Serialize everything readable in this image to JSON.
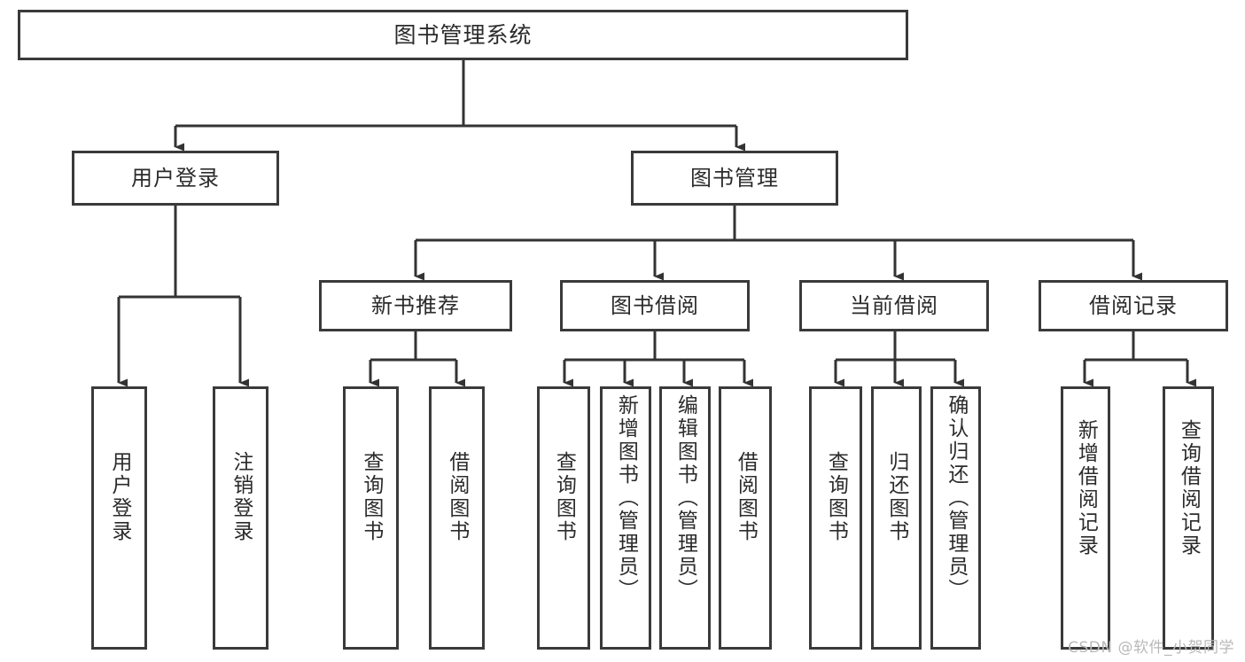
{
  "diagram": {
    "title": "图书管理系统",
    "type": "tree-hierarchy",
    "watermark": "CSDN @软件_小贺同学",
    "colors": {
      "border": "#3a3a3a",
      "text": "#2b2b2b",
      "background": "#ffffff",
      "edge": "#333333",
      "watermark": "#b9b9b9"
    },
    "nodes": {
      "root": {
        "label": "图书管理系统"
      },
      "level2": [
        {
          "label": "用户登录"
        },
        {
          "label": "图书管理"
        }
      ],
      "level3": [
        {
          "label": "新书推荐"
        },
        {
          "label": "图书借阅"
        },
        {
          "label": "当前借阅"
        },
        {
          "label": "借阅记录"
        }
      ],
      "leaves_user_login": [
        {
          "label": "用户登录"
        },
        {
          "label": "注销登录"
        }
      ],
      "leaves_new_book": [
        {
          "label": "查询图书"
        },
        {
          "label": "借阅图书"
        }
      ],
      "leaves_borrow": [
        {
          "label": "查询图书"
        },
        {
          "label": "新增图书（管理员）"
        },
        {
          "label": "编辑图书（管理员）"
        },
        {
          "label": "借阅图书"
        }
      ],
      "leaves_current": [
        {
          "label": "查询图书"
        },
        {
          "label": "归还图书"
        },
        {
          "label": "确认归还（管理员）"
        }
      ],
      "leaves_record": [
        {
          "label": "新增借阅记录"
        },
        {
          "label": "查询借阅记录"
        }
      ]
    }
  }
}
